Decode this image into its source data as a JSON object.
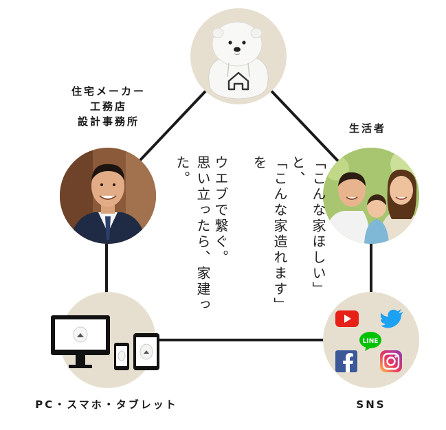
{
  "nodes": {
    "top": {
      "icon": "polar-bear-mascot-hoodie-icon"
    },
    "left": {
      "lines": [
        "住宅メーカー",
        "工務店",
        "設計事務所"
      ],
      "icon": "businessman-portrait"
    },
    "right": {
      "label": "生活者",
      "icon": "family-photo"
    },
    "bottom_left": {
      "label": "PC・スマホ・タブレット",
      "icon": "devices-icon"
    },
    "bottom_right": {
      "label": "SNS",
      "icons": [
        "youtube-icon",
        "twitter-icon",
        "line-icon",
        "facebook-icon",
        "instagram-icon"
      ],
      "line_text": "LINE"
    }
  },
  "slogan": {
    "col1": "「こんな家ほしい」と、",
    "col2": "「こんな家造れます」を",
    "col3": "ウエブで繋ぐ。",
    "col4": "思い立ったら、家建った。"
  },
  "colors": {
    "circle_bg": "#e6dfcf",
    "line": "#1a1a1a"
  }
}
